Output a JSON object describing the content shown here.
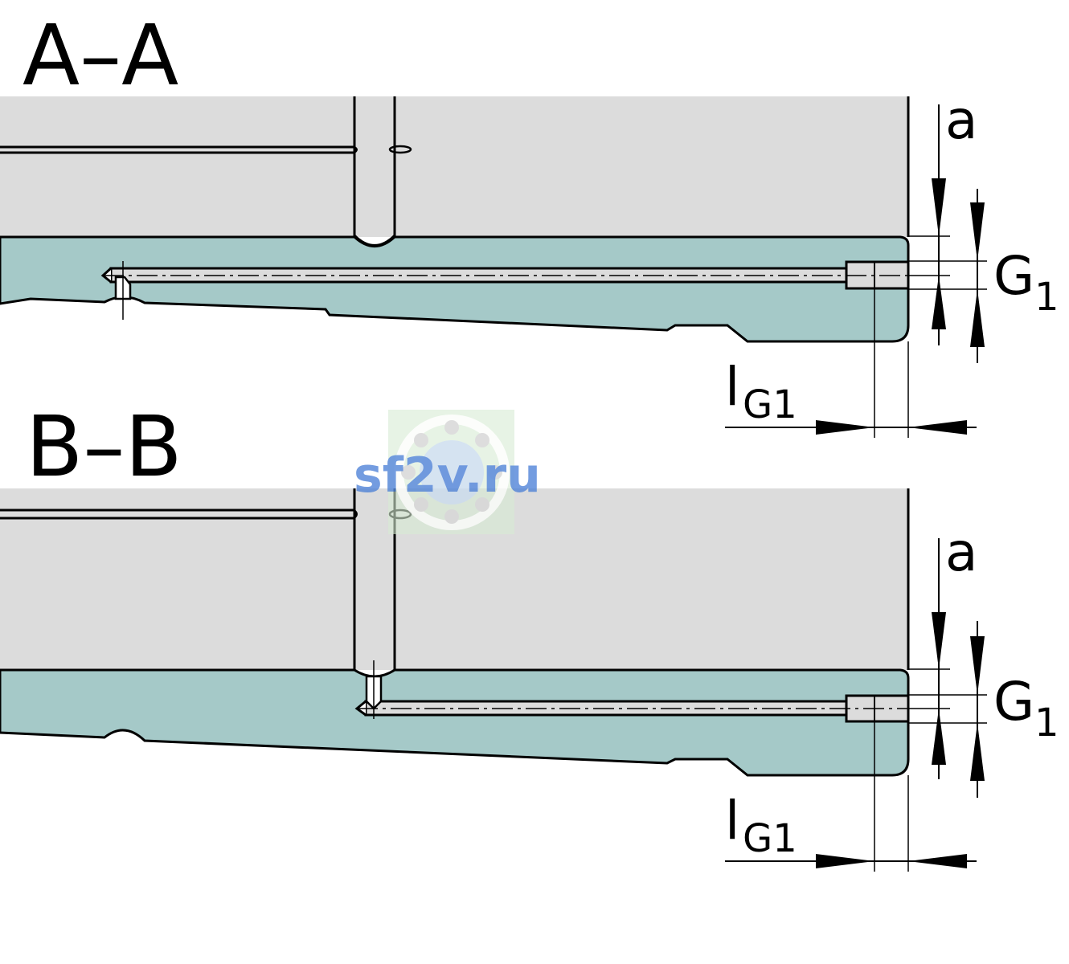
{
  "sections": [
    {
      "title": "A–A",
      "dimensions": {
        "a": "a",
        "g1_main": "G",
        "g1_sub": "1",
        "l_main": "l",
        "l_sub": "G1"
      }
    },
    {
      "title": "B–B",
      "dimensions": {
        "a": "a",
        "g1_main": "G",
        "g1_sub": "1",
        "l_main": "l",
        "l_sub": "G1"
      }
    }
  ],
  "watermark": {
    "text": "sf2v.ru"
  },
  "colors": {
    "gray_part": "#dcdcdc",
    "teal_part": "#a5c9c8",
    "bore_fill": "#dcdcdc",
    "line": "#000000",
    "watermark": "#4a7fd6"
  }
}
